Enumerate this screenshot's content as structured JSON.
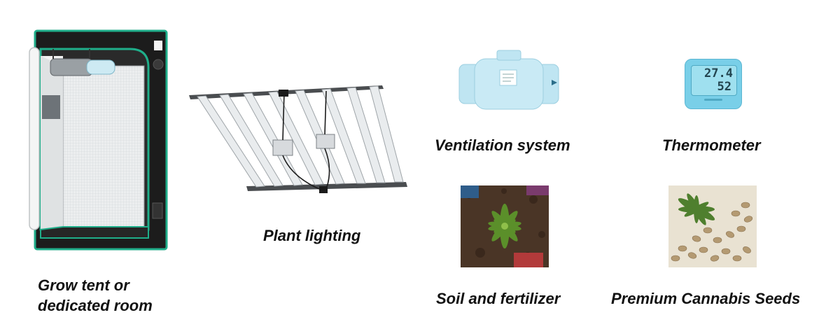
{
  "items": [
    {
      "caption_line1": "Grow tent or",
      "caption_line2": "dedicated room",
      "icon": "grow-tent-icon"
    },
    {
      "caption": "Plant lighting",
      "icon": "led-grow-light-icon"
    },
    {
      "caption": "Ventilation system",
      "icon": "inline-duct-fan-icon"
    },
    {
      "caption": "Thermometer",
      "icon": "digital-thermometer-icon"
    },
    {
      "caption": "Soil and fertilizer",
      "icon": "cannabis-plant-in-soil-icon"
    },
    {
      "caption": "Premium Cannabis Seeds",
      "icon": "cannabis-seeds-icon"
    }
  ],
  "thermometer_display": {
    "temperature": "27.4",
    "humidity": "52"
  },
  "colors": {
    "tent_trim": "#1fae8a",
    "tent_body": "#1c1c1c",
    "fan_body": "#c9eaf5",
    "thermo_body": "#79cfe8"
  }
}
